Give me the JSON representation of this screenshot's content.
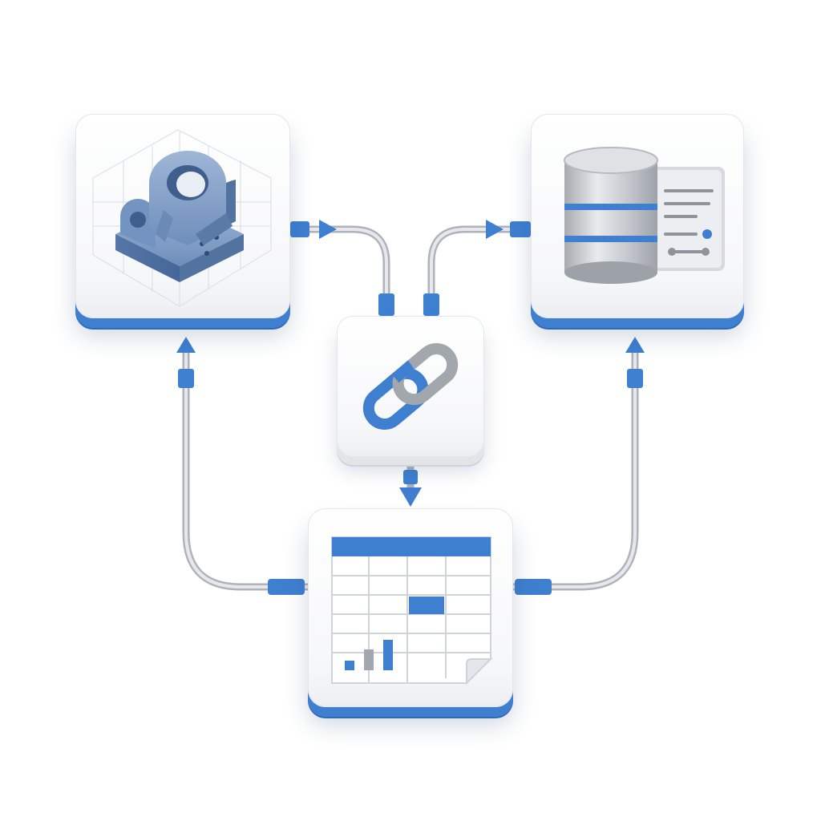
{
  "diagram": {
    "nodes": [
      {
        "id": "cad-part",
        "icon": "cad-part-3d-icon"
      },
      {
        "id": "database-server",
        "icon": "database-server-icon"
      },
      {
        "id": "link-hub",
        "icon": "chain-link-icon"
      },
      {
        "id": "spreadsheet",
        "icon": "spreadsheet-chart-icon"
      }
    ],
    "connections": [
      {
        "from": "cad-part",
        "to": "link-hub"
      },
      {
        "from": "link-hub",
        "to": "database-server"
      },
      {
        "from": "link-hub",
        "to": "spreadsheet"
      },
      {
        "from": "spreadsheet",
        "to": "cad-part"
      },
      {
        "from": "spreadsheet",
        "to": "database-server"
      }
    ],
    "colors": {
      "accent": "#3f7fd0",
      "accent_dark": "#2f68b3",
      "pipe": "#c9ccd2",
      "tile": "#ffffff",
      "metal": "#b9bcc2"
    }
  }
}
